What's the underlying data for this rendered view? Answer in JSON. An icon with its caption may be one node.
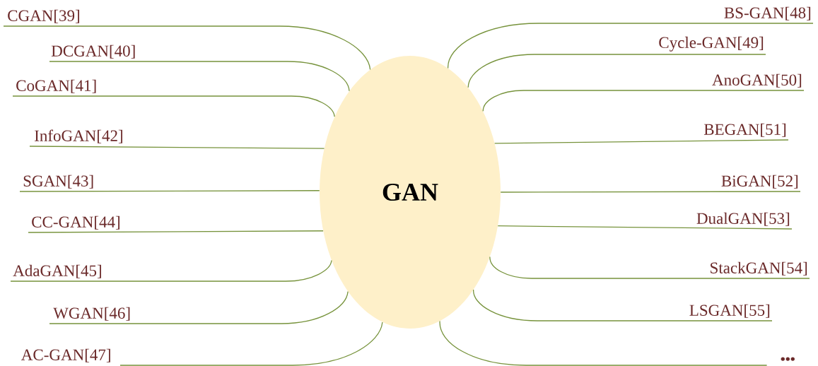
{
  "diagram": {
    "nodes": [
      {
        "text": [
          "GAN"
        ]
      },
      {
        "text": [
          "CGAN[39]"
        ]
      },
      {
        "text": [
          "DCGAN[40]"
        ]
      },
      {
        "text": [
          "CoGAN[41]"
        ]
      },
      {
        "text": [
          "InfoGAN[42]"
        ]
      },
      {
        "text": [
          "SGAN[43]"
        ]
      },
      {
        "text": [
          "CC-GAN[44]"
        ]
      },
      {
        "text": [
          "AdaGAN[45]"
        ]
      },
      {
        "text": [
          "WGAN[46]"
        ]
      },
      {
        "text": [
          "AC-GAN[47]"
        ]
      },
      {
        "text": [
          "BS-GAN[48]"
        ]
      },
      {
        "text": [
          "Cycle-GAN[49]"
        ]
      },
      {
        "text": [
          "AnoGAN[50]"
        ]
      },
      {
        "text": [
          "BEGAN[51]"
        ]
      },
      {
        "text": [
          "BiGAN[52]"
        ]
      },
      {
        "text": [
          "DualGAN[53]"
        ]
      },
      {
        "text": [
          "StackGAN[54]"
        ]
      },
      {
        "text": [
          "LSGAN[55]"
        ]
      },
      {
        "text": [
          "•••"
        ]
      }
    ],
    "edges": [
      {
        "from": 1,
        "to": 0,
        "arrow": "none"
      },
      {
        "from": 2,
        "to": 0,
        "arrow": "none"
      },
      {
        "from": 3,
        "to": 0,
        "arrow": "none"
      },
      {
        "from": 4,
        "to": 0,
        "arrow": "none"
      },
      {
        "from": 5,
        "to": 0,
        "arrow": "none"
      },
      {
        "from": 6,
        "to": 0,
        "arrow": "none"
      },
      {
        "from": 7,
        "to": 0,
        "arrow": "none"
      },
      {
        "from": 8,
        "to": 0,
        "arrow": "none"
      },
      {
        "from": 9,
        "to": 0,
        "arrow": "none"
      },
      {
        "from": 0,
        "to": 10,
        "arrow": "none"
      },
      {
        "from": 0,
        "to": 11,
        "arrow": "none"
      },
      {
        "from": 0,
        "to": 12,
        "arrow": "none"
      },
      {
        "from": 0,
        "to": 13,
        "arrow": "none"
      },
      {
        "from": 0,
        "to": 14,
        "arrow": "none"
      },
      {
        "from": 0,
        "to": 15,
        "arrow": "none"
      },
      {
        "from": 0,
        "to": 16,
        "arrow": "none"
      },
      {
        "from": 0,
        "to": 17,
        "arrow": "none"
      },
      {
        "from": 0,
        "to": 18,
        "arrow": "none"
      }
    ]
  }
}
